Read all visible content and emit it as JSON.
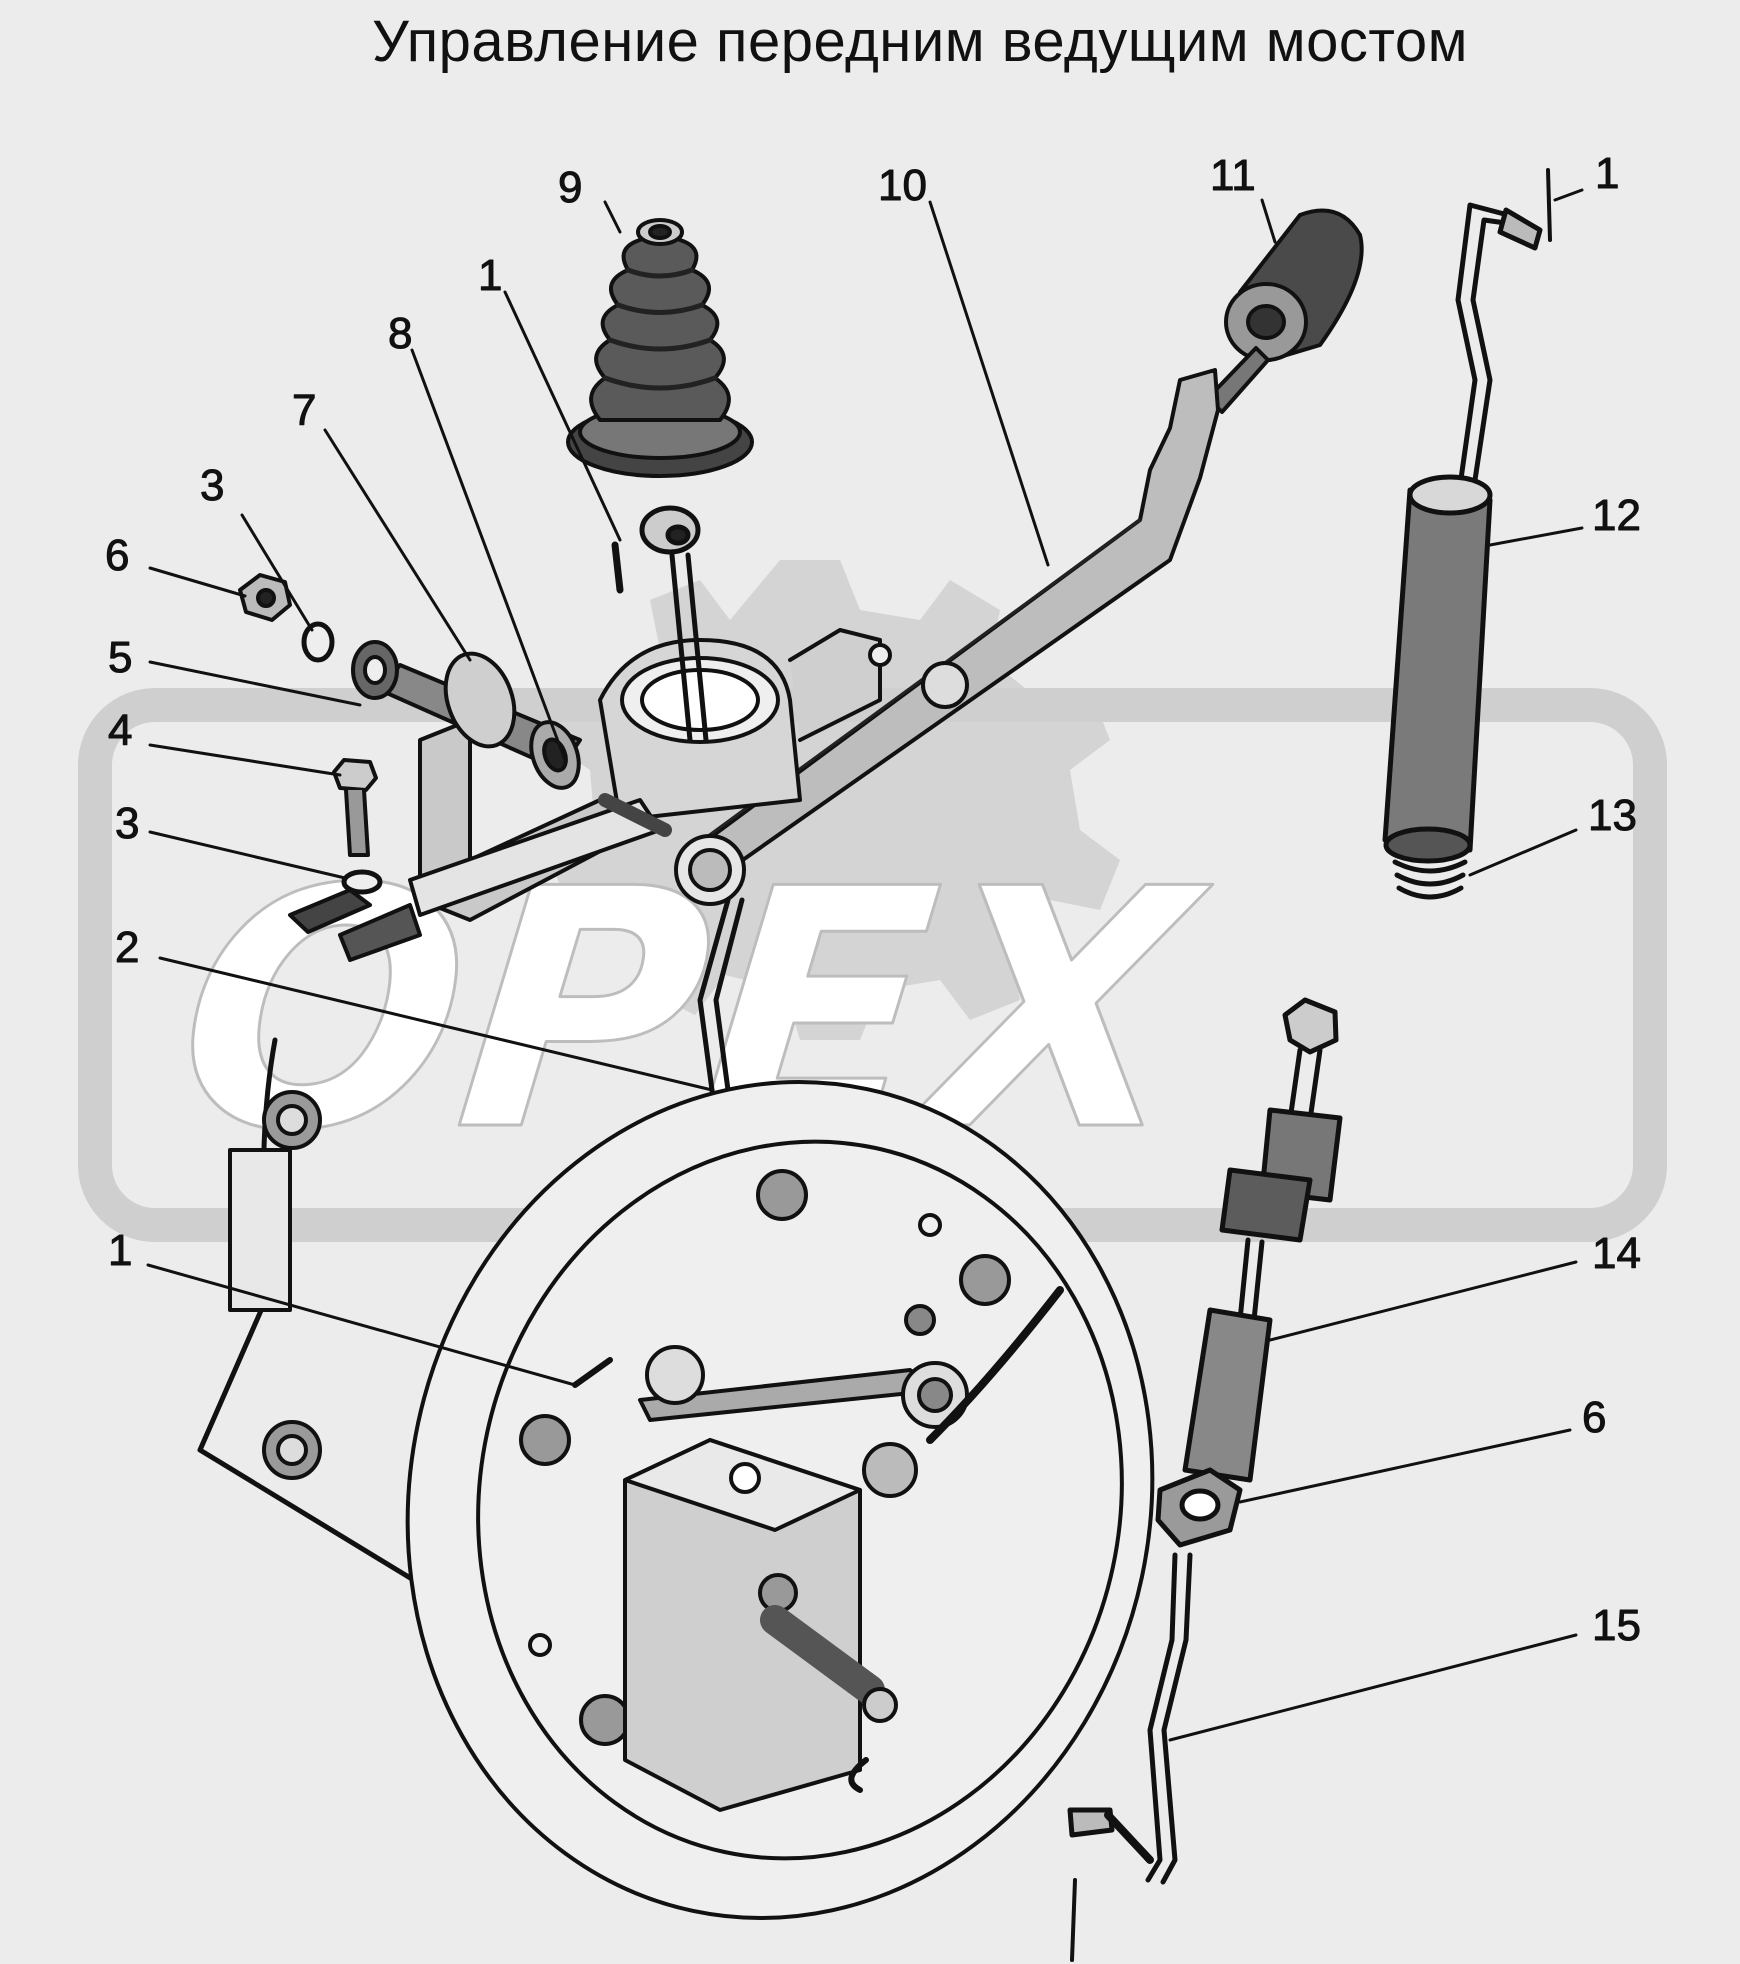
{
  "title": "Управление передним ведущим мостом",
  "watermark": "OPEX",
  "colors": {
    "background": "#ececec",
    "ink": "#111111",
    "watermark": "#d0d0d0"
  },
  "callouts": [
    {
      "id": "c9",
      "label": "9"
    },
    {
      "id": "c10",
      "label": "10"
    },
    {
      "id": "c11",
      "label": "11"
    },
    {
      "id": "c1a",
      "label": "1"
    },
    {
      "id": "c1b",
      "label": "1"
    },
    {
      "id": "c8",
      "label": "8"
    },
    {
      "id": "c7",
      "label": "7"
    },
    {
      "id": "c3a",
      "label": "3"
    },
    {
      "id": "c6a",
      "label": "6"
    },
    {
      "id": "c12",
      "label": "12"
    },
    {
      "id": "c5",
      "label": "5"
    },
    {
      "id": "c4",
      "label": "4"
    },
    {
      "id": "c3b",
      "label": "3"
    },
    {
      "id": "c13",
      "label": "13"
    },
    {
      "id": "c2",
      "label": "2"
    },
    {
      "id": "c1c",
      "label": "1"
    },
    {
      "id": "c14",
      "label": "14"
    },
    {
      "id": "c6b",
      "label": "6"
    },
    {
      "id": "c15",
      "label": "15"
    }
  ]
}
